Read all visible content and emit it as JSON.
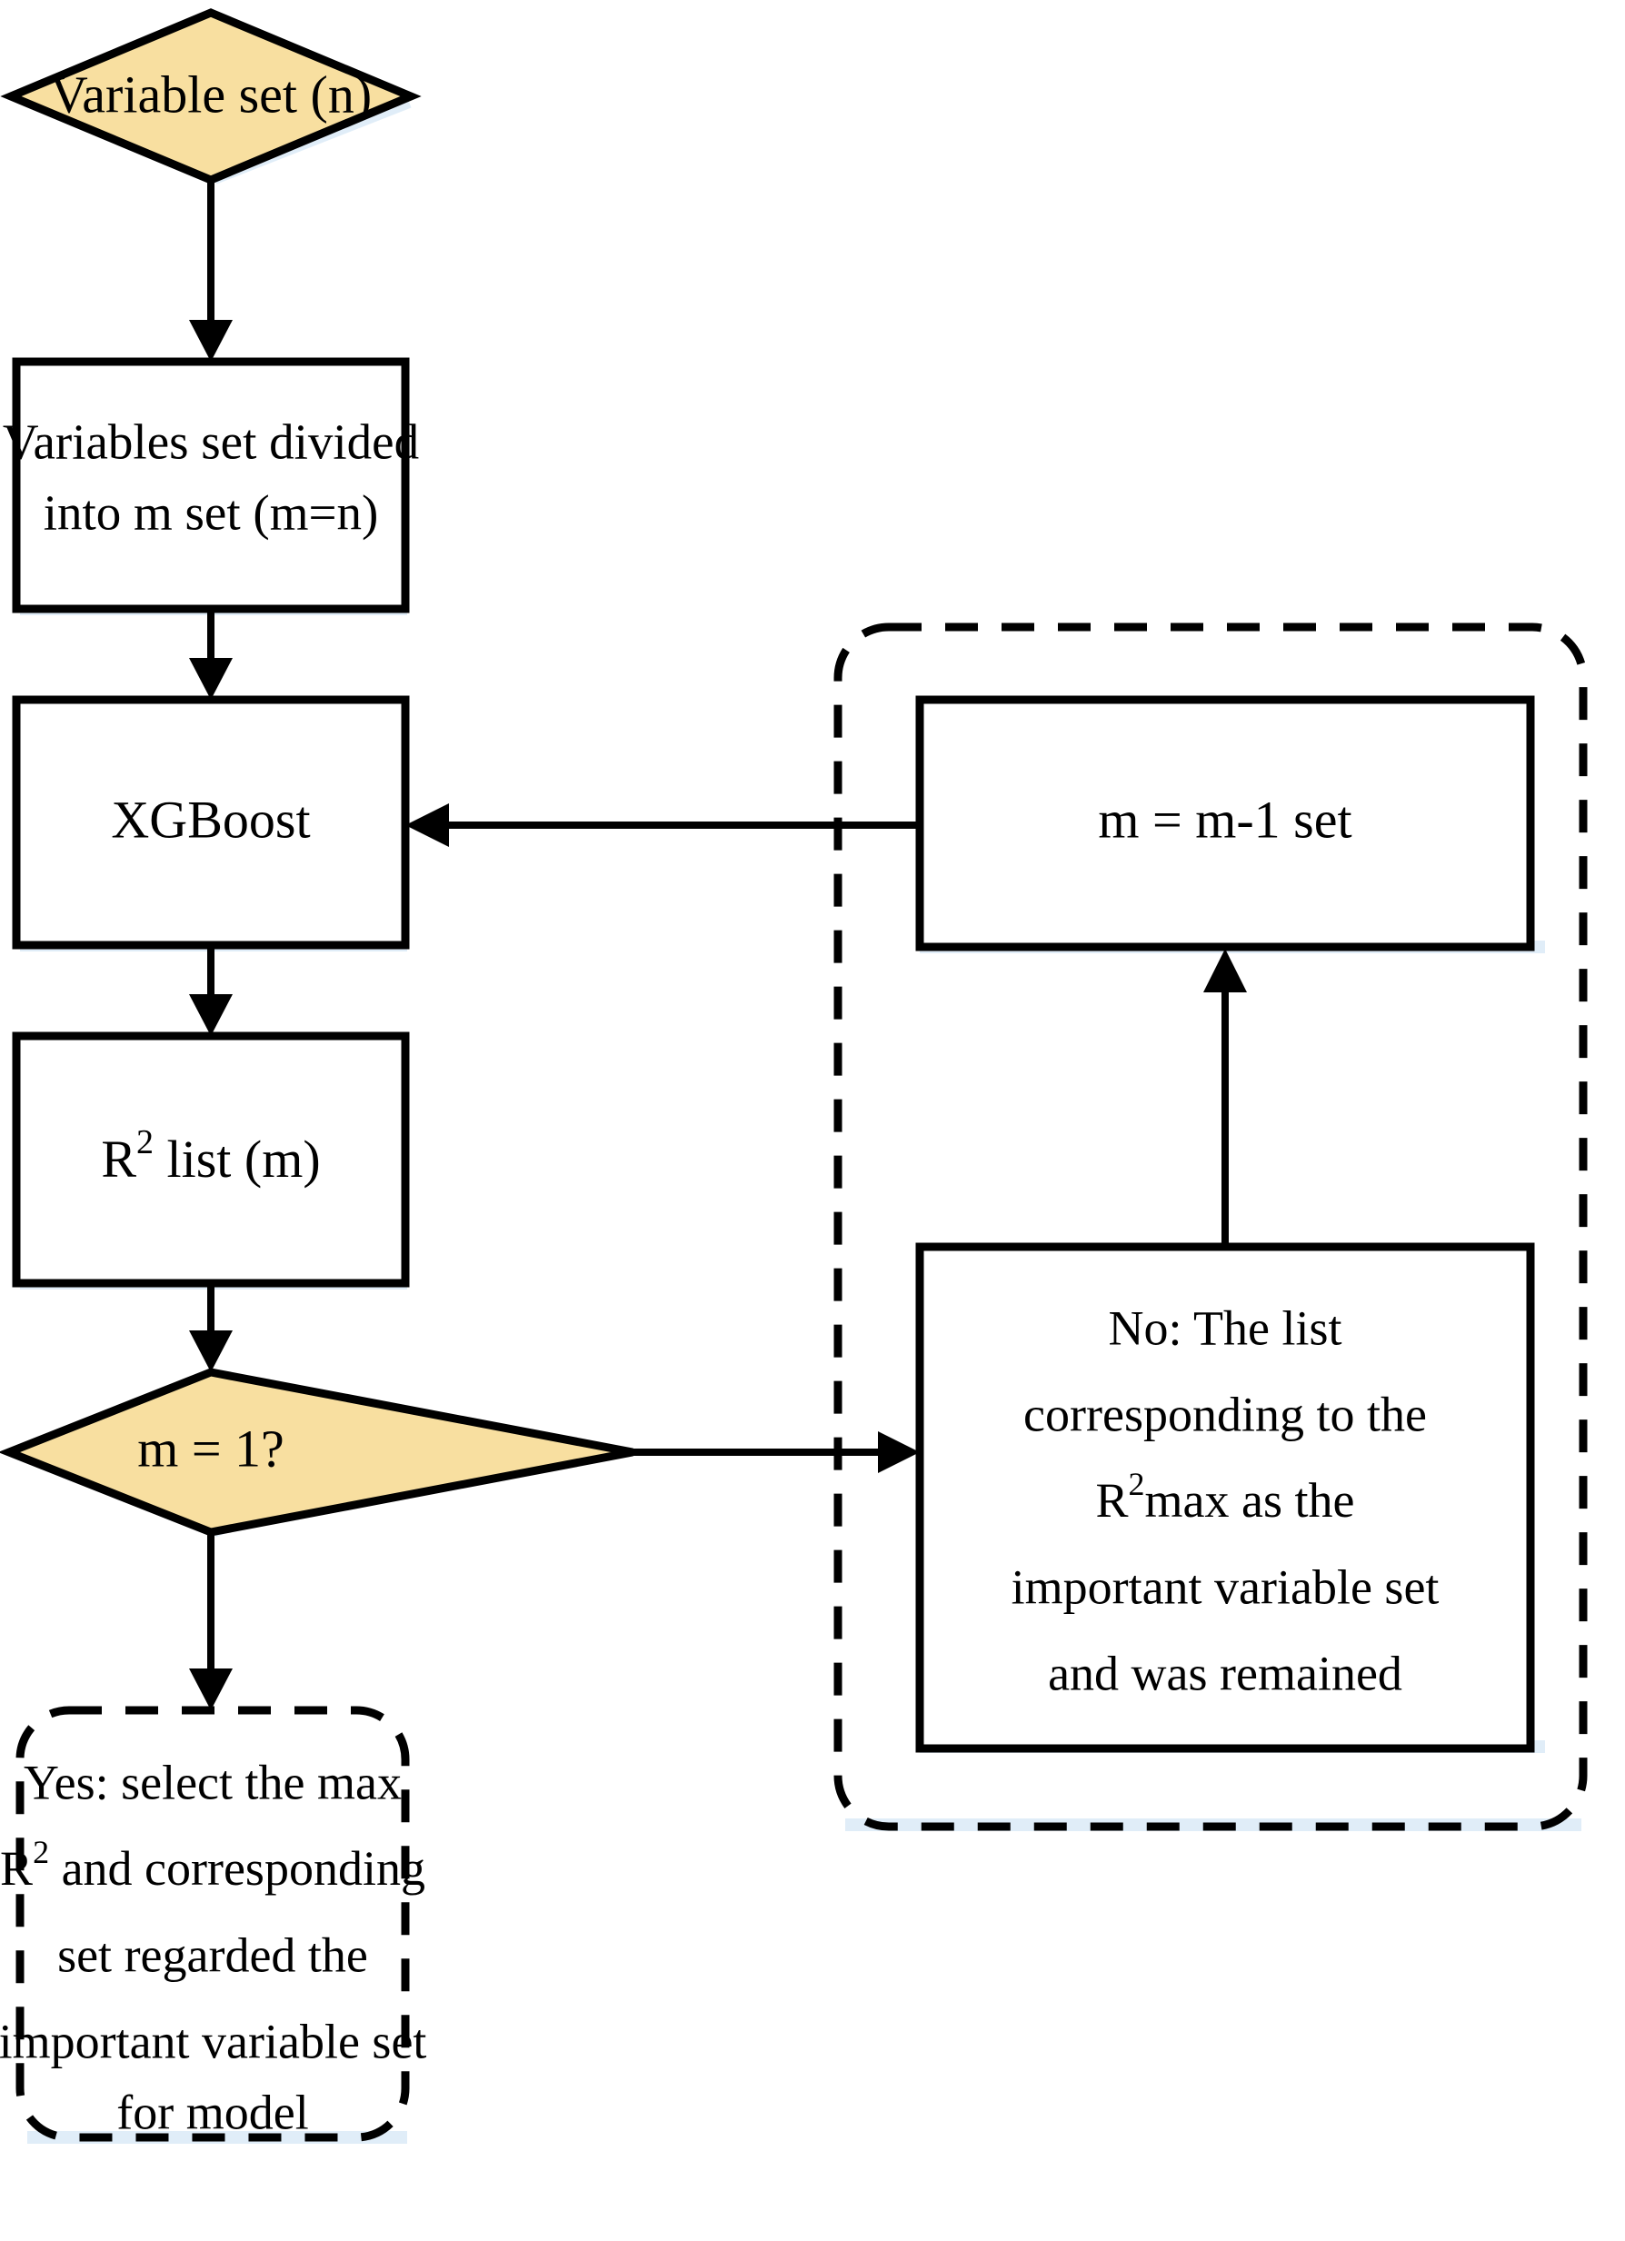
{
  "diagram": {
    "title": "XGBoost variable selection flowchart",
    "type": "flowchart",
    "colors": {
      "decision_fill": "#F8DFA0",
      "process_fill": "#FFFFFF",
      "stroke": "#000000",
      "shadow_glow": "#DBEAF7"
    },
    "nodes": {
      "start_decision": {
        "shape": "diamond",
        "label": "Variable set (n)"
      },
      "divide_box": {
        "shape": "rectangle",
        "line1": "Variables set divided",
        "line2": "into m set (m=n)"
      },
      "xgboost_box": {
        "shape": "rectangle",
        "label": "XGBoost"
      },
      "r2_list_box": {
        "shape": "rectangle",
        "label_pre": "R",
        "label_sup": "2",
        "label_post": " list (m)"
      },
      "m_equals_one_decision": {
        "shape": "diamond",
        "label": "m = 1?"
      },
      "m_minus_one_box": {
        "shape": "rectangle",
        "label": "m = m-1 set"
      },
      "no_branch_box": {
        "shape": "rectangle",
        "line1": "No: The list",
        "line2": "corresponding to the",
        "line3_pre": "R",
        "line3_sup": "2",
        "line3_post": "max as the",
        "line4": "important variable set",
        "line5": "and was remained"
      },
      "yes_branch_box": {
        "shape": "rounded-dashed-rectangle",
        "line1": "Yes: select the max",
        "line2_pre": "R",
        "line2_sup": "2",
        "line2_post": " and corresponding",
        "line3": "set regarded the",
        "line4": "important variable set",
        "line5": "for model"
      },
      "loop_container": {
        "shape": "rounded-dashed-rectangle",
        "label": ""
      }
    },
    "edges": [
      {
        "name": "start-to-divide",
        "from": "start_decision",
        "to": "divide_box",
        "direction": "down"
      },
      {
        "name": "divide-to-xgboost",
        "from": "divide_box",
        "to": "xgboost_box",
        "direction": "down"
      },
      {
        "name": "xgboost-to-r2list",
        "from": "xgboost_box",
        "to": "r2_list_box",
        "direction": "down"
      },
      {
        "name": "r2list-to-decision",
        "from": "r2_list_box",
        "to": "m_equals_one_decision",
        "direction": "down"
      },
      {
        "name": "decision-to-no",
        "from": "m_equals_one_decision",
        "to": "no_branch_box",
        "direction": "right"
      },
      {
        "name": "no-to-mminus1",
        "from": "no_branch_box",
        "to": "m_minus_one_box",
        "direction": "up"
      },
      {
        "name": "mminus1-to-xgboost",
        "from": "m_minus_one_box",
        "to": "xgboost_box",
        "direction": "left"
      },
      {
        "name": "decision-to-yes",
        "from": "m_equals_one_decision",
        "to": "yes_branch_box",
        "direction": "down"
      }
    ]
  }
}
